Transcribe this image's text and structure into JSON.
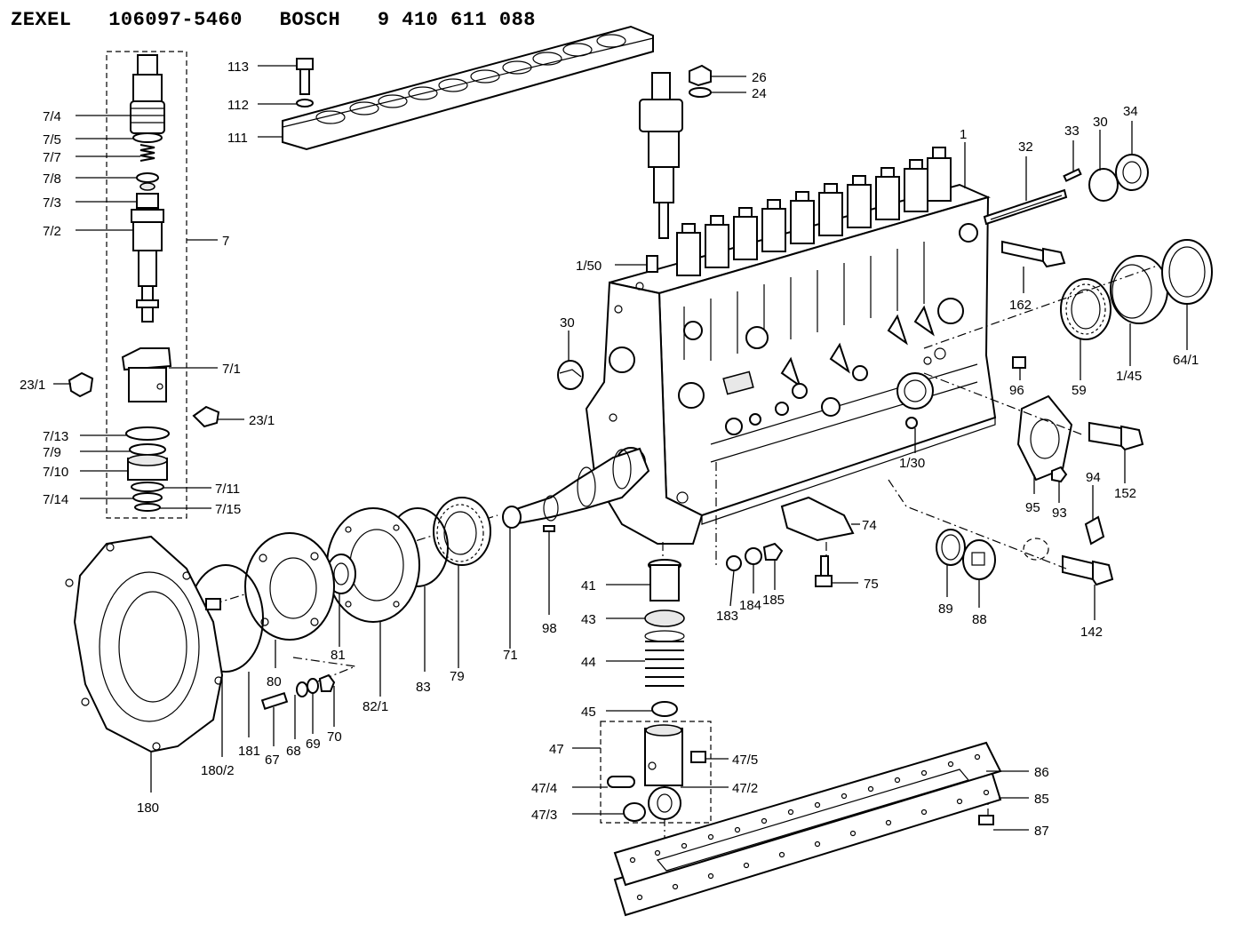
{
  "header": {
    "brand1": "ZEXEL",
    "part1": "106097-5460",
    "brand2": "BOSCH",
    "part2": "9 410 611 088"
  },
  "labels": {
    "l7_4": "7/4",
    "l7_5": "7/5",
    "l7_7": "7/7",
    "l7_8": "7/8",
    "l7_3": "7/3",
    "l7_2": "7/2",
    "l7": "7",
    "l7_1": "7/1",
    "l23_1a": "23/1",
    "l23_1b": "23/1",
    "l7_13": "7/13",
    "l7_9": "7/9",
    "l7_10": "7/10",
    "l7_11": "7/11",
    "l7_14": "7/14",
    "l7_15": "7/15",
    "l113": "113",
    "l112": "112",
    "l111": "111",
    "l26": "26",
    "l24": "24",
    "l1": "1",
    "l32": "32",
    "l33": "33",
    "l30a": "30",
    "l34": "34",
    "l1_50": "1/50",
    "l162": "162",
    "l30b": "30",
    "l59": "59",
    "l1_45": "1/45",
    "l64_1": "64/1",
    "l96": "96",
    "l1_30": "1/30",
    "l95": "95",
    "l93": "93",
    "l152": "152",
    "l94": "94",
    "l74": "74",
    "l75": "75",
    "l89": "89",
    "l88": "88",
    "l142": "142",
    "l183": "183",
    "l184": "184",
    "l185": "185",
    "l41": "41",
    "l43": "43",
    "l44": "44",
    "l45": "45",
    "l98": "98",
    "l71": "71",
    "l47": "47",
    "l47_5": "47/5",
    "l47_4": "47/4",
    "l47_2": "47/2",
    "l47_3": "47/3",
    "l86": "86",
    "l85": "85",
    "l87": "87",
    "l79": "79",
    "l83": "83",
    "l82_1": "82/1",
    "l81": "81",
    "l80": "80",
    "l70": "70",
    "l69": "69",
    "l68": "68",
    "l67": "67",
    "l181": "181",
    "l180_2": "180/2",
    "l180": "180"
  }
}
